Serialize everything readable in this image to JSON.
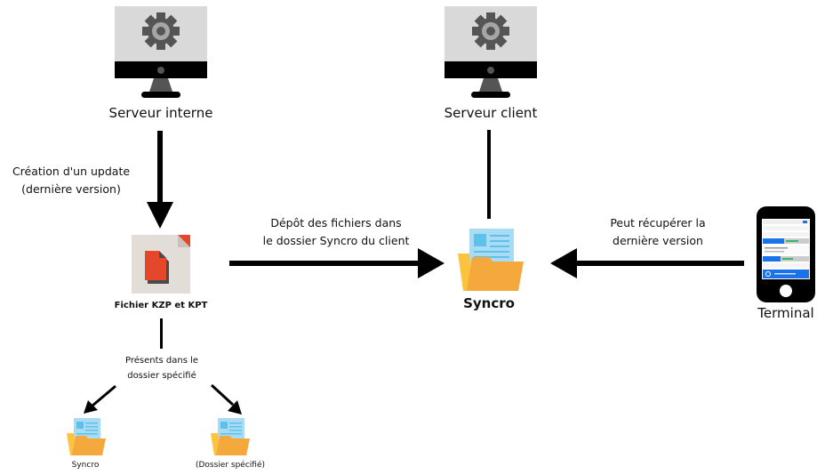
{
  "nodes": {
    "internal_server": {
      "label": "Serveur interne",
      "icon": "server-gear-icon"
    },
    "client_server": {
      "label": "Serveur client",
      "icon": "server-gear-icon"
    },
    "file": {
      "label": "Fichier KZP et KPT",
      "icon": "document-file-icon"
    },
    "syncro_main": {
      "label": "Syncro",
      "icon": "folder-document-icon"
    },
    "terminal": {
      "label": "Terminal",
      "icon": "smartphone-icon"
    },
    "syncro_small": {
      "label": "Syncro",
      "icon": "folder-document-icon"
    },
    "specified_folder": {
      "label": "(Dossier spécifié)",
      "icon": "folder-document-icon"
    }
  },
  "edges": {
    "create_update": {
      "line1": "Création d'un update",
      "line2": "(dernière version)"
    },
    "deposit": {
      "line1": "Dépôt des fichiers dans",
      "line2": "le dossier Syncro du client"
    },
    "retrieve": {
      "line1": "Peut récupérer la",
      "line2": "dernière version"
    },
    "present": {
      "line1": "Présents dans le",
      "line2": "dossier spécifié"
    }
  },
  "colors": {
    "screen": "#d9d9d9",
    "gear": "#555555",
    "gear_ring": "#a6a6a6",
    "monitor_bezel": "#000000",
    "file_bg": "#e2ddd6",
    "file_red": "#e4472a",
    "folder_front": "#f5a83c",
    "folder_back": "#fcc33d",
    "doc_blue": "#a9dcf4",
    "doc_accent": "#5ec1ea",
    "phone_blue": "#1a73e8"
  }
}
